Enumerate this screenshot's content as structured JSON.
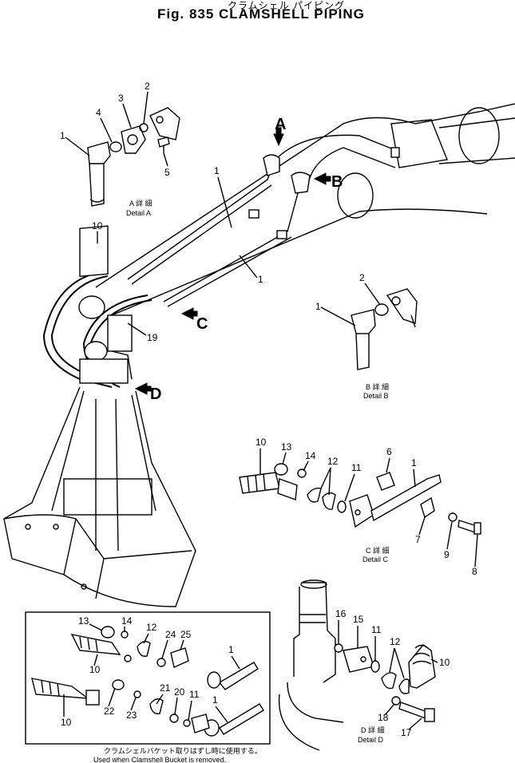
{
  "header": {
    "title_jp": "クラムシェル パイピング",
    "title": "Fig. 835   CLAMSHELL PIPING"
  },
  "detail_a": {
    "jp": "A 詳 細",
    "en": "Detail A",
    "callout": "A"
  },
  "detail_b": {
    "jp": "B 詳 細",
    "en": "Detail B",
    "callout": "B"
  },
  "detail_c": {
    "jp": "C 詳 細",
    "en": "Detail C",
    "callout": "C"
  },
  "detail_d": {
    "jp": "D 詳 細",
    "en": "Detail D",
    "callout": "D"
  },
  "inset": {
    "note_jp": "クラムシェルバケット取りはずし時に使用する。",
    "note_en": "Used when Clamshell Bucket is removed."
  },
  "part_numbers": {
    "a": [
      "1",
      "2",
      "3",
      "4",
      "5"
    ],
    "main": [
      "1",
      "1",
      "10",
      "19"
    ],
    "b": [
      "1",
      "2"
    ],
    "c": [
      "10",
      "13",
      "14",
      "12",
      "11",
      "6",
      "1",
      "7",
      "9",
      "8"
    ],
    "d": [
      "16",
      "15",
      "11",
      "12",
      "10",
      "18",
      "17"
    ],
    "inset": [
      "13",
      "14",
      "12",
      "24",
      "25",
      "1",
      "10",
      "21",
      "20",
      "11",
      "22",
      "23",
      "1",
      "10"
    ]
  }
}
